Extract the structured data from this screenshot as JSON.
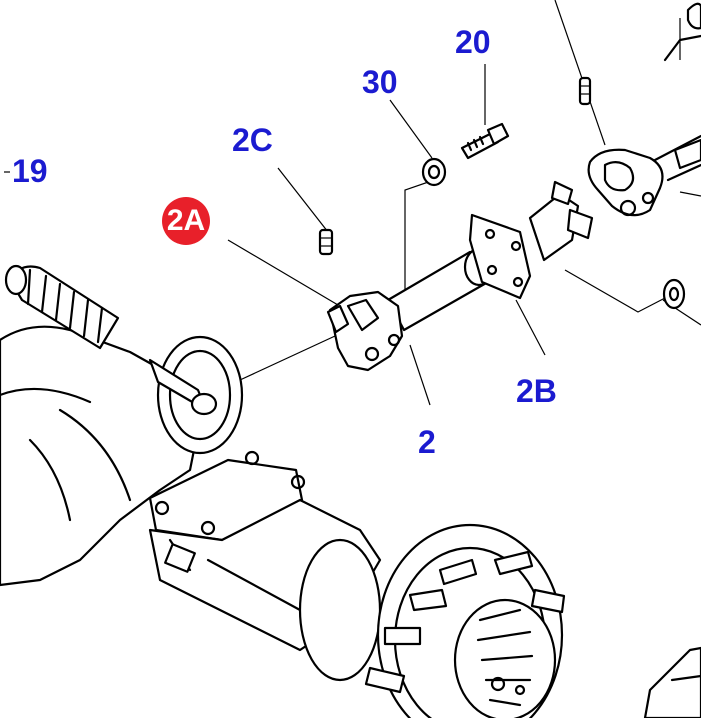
{
  "callouts": {
    "c19": "19",
    "c20": "20",
    "c30": "30",
    "c2c": "2C",
    "c2a": "2A",
    "c2b": "2B",
    "c2": "2"
  },
  "colors": {
    "callout_text": "#1b1bd0",
    "highlight_badge": "#e8202a",
    "line": "#000000"
  }
}
